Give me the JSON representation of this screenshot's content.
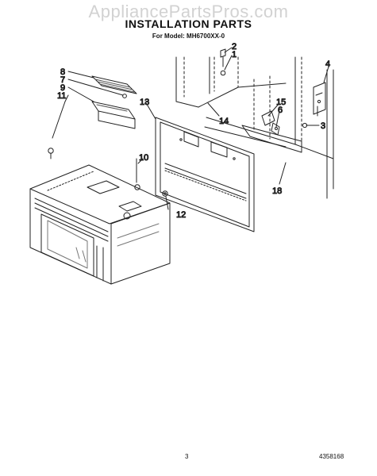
{
  "header": {
    "watermark": "AppliancePartsPros.com",
    "title": "INSTALLATION PARTS",
    "model": "For Model: MH6700XX-0"
  },
  "footer": {
    "page_number": "3",
    "document_number": "4358168"
  },
  "callouts": {
    "c8": "8",
    "c7": "7",
    "c9": "9",
    "c11": "11",
    "c13": "13",
    "c10": "10",
    "c12": "12",
    "c18": "18",
    "c2": "2",
    "c1": "1",
    "c4": "4",
    "c15": "15",
    "c6": "6",
    "c3": "3",
    "c14": "14"
  }
}
